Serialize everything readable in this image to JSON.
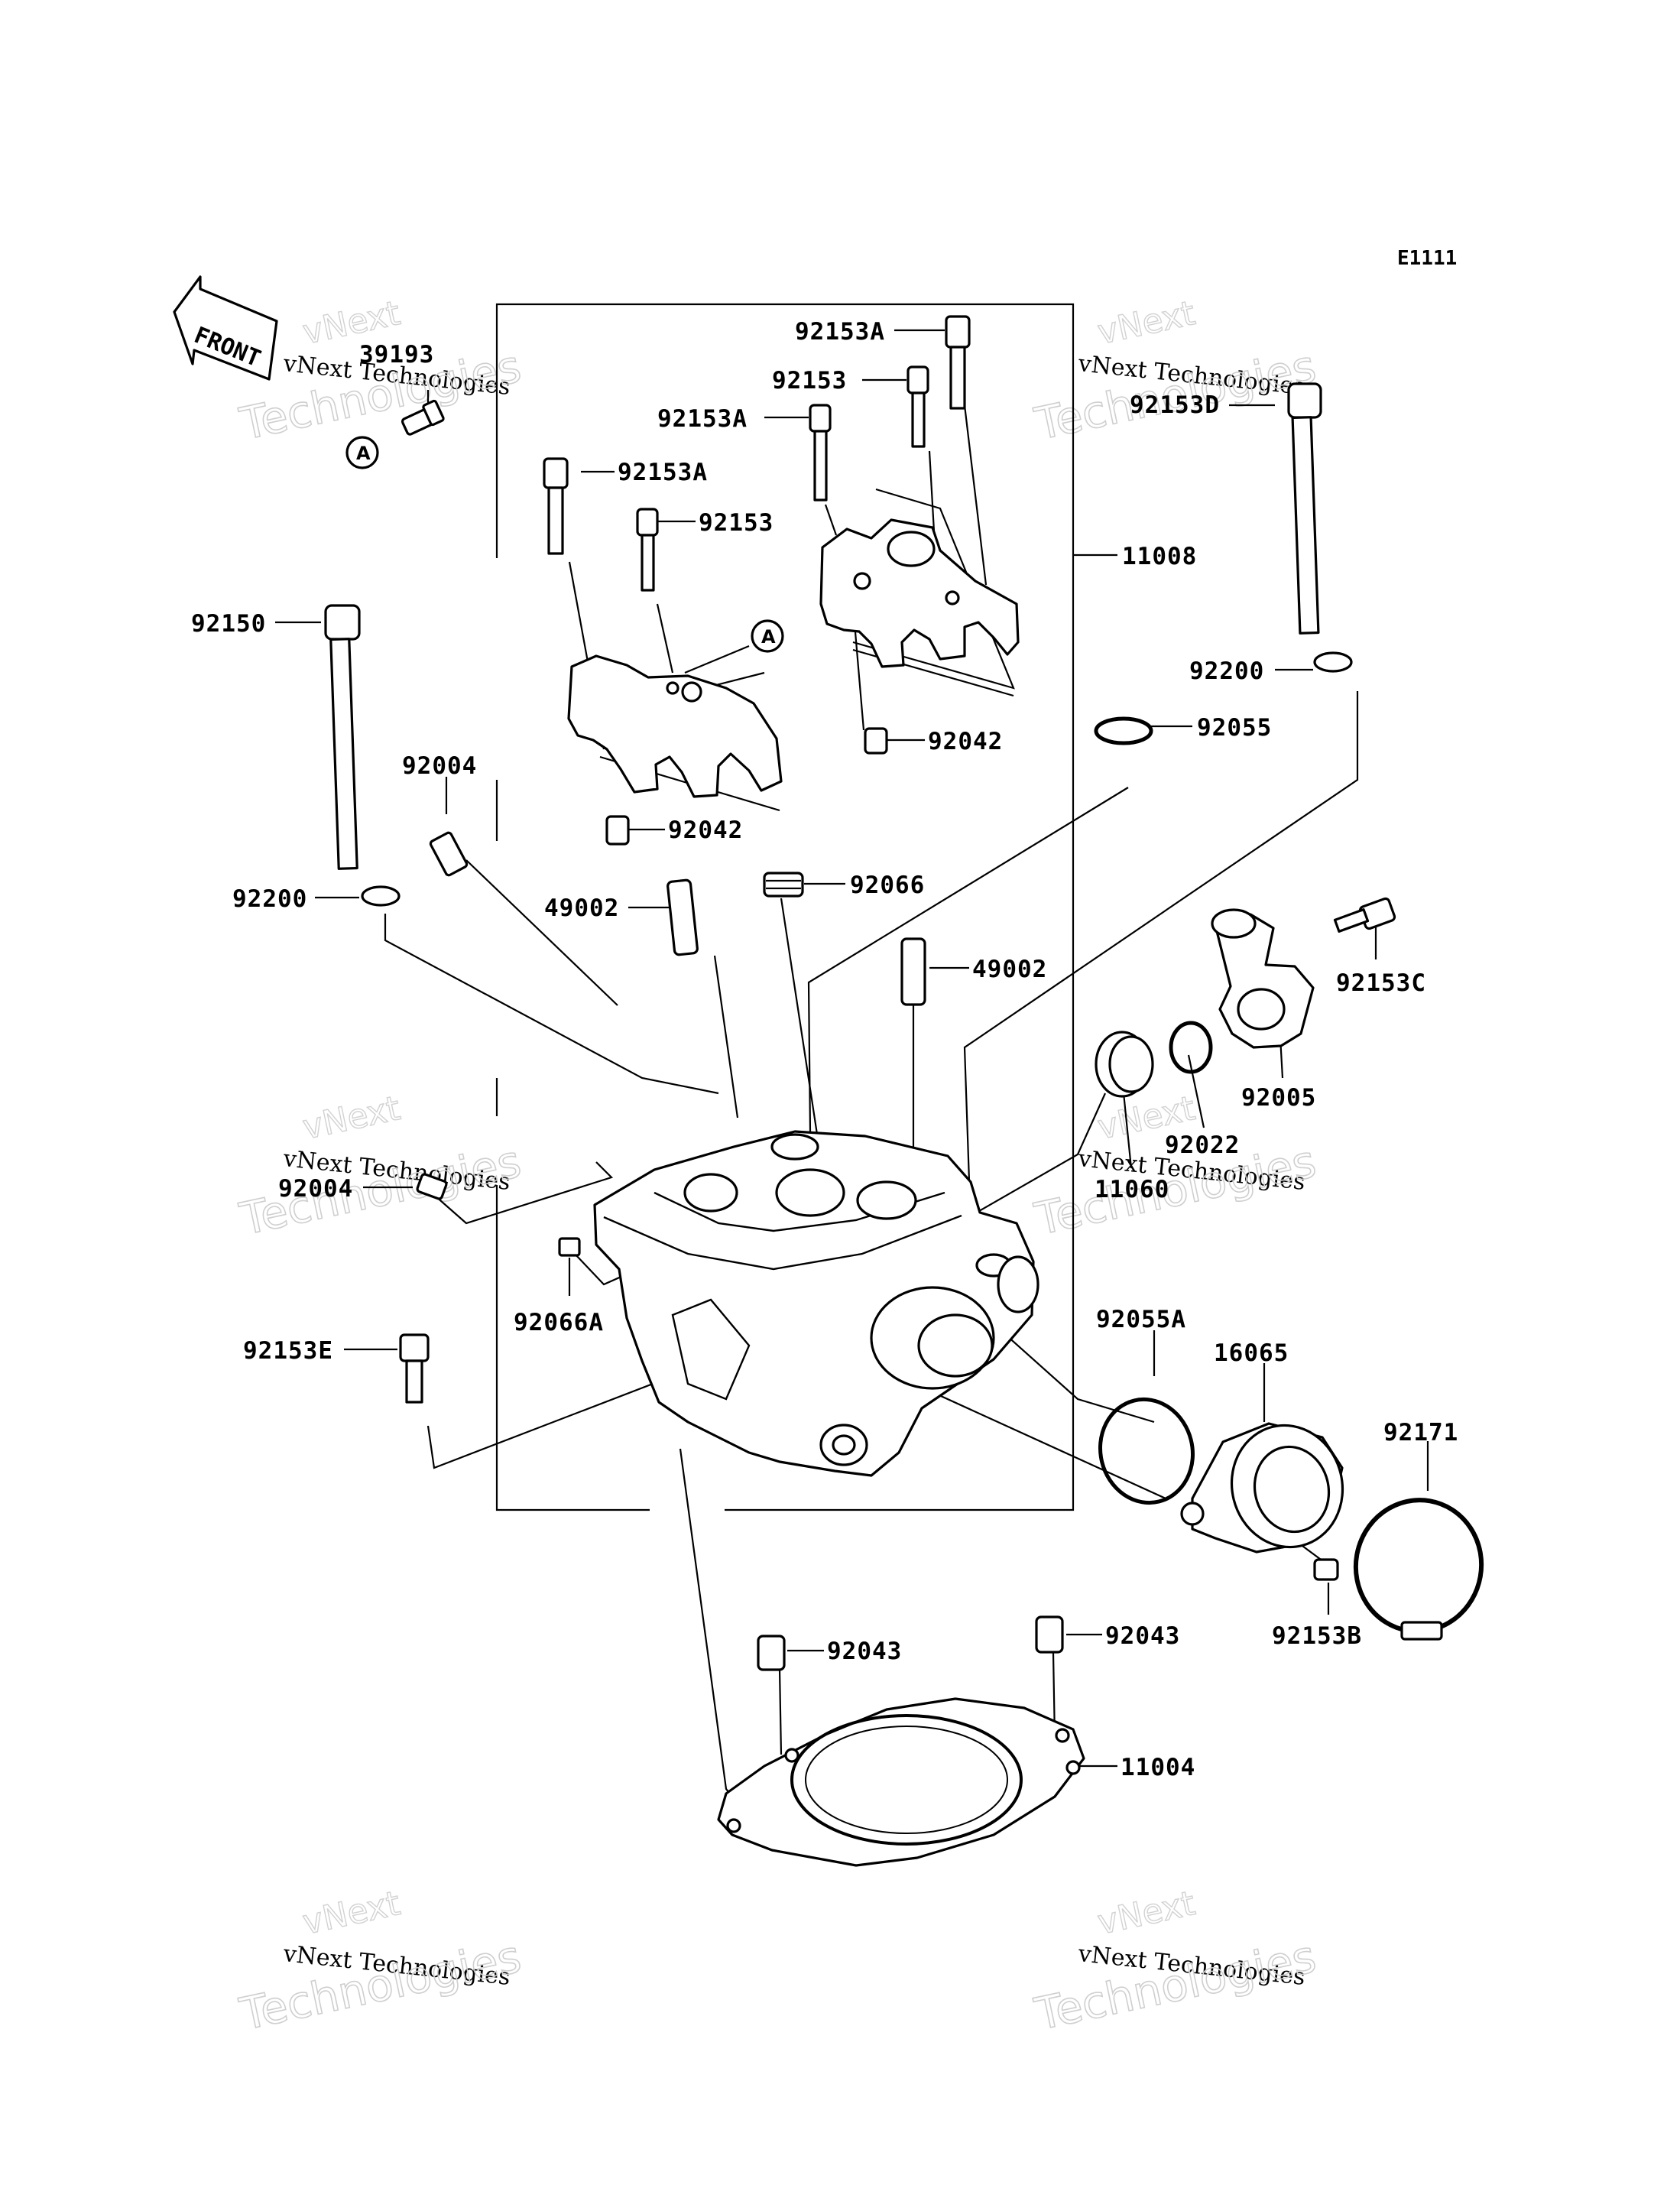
{
  "diagram_code": "E1111",
  "front_label": "FRONT",
  "reference_marker": "A",
  "watermark": {
    "line1": "vNext",
    "line2": "vNext Technologies",
    "line3": "Technologies"
  },
  "part_labels": [
    {
      "id": "p39193",
      "text": "39193"
    },
    {
      "id": "p92153A_1",
      "text": "92153A"
    },
    {
      "id": "p92153_1",
      "text": "92153"
    },
    {
      "id": "p92153A_2",
      "text": "92153A"
    },
    {
      "id": "p92153A_3",
      "text": "92153A"
    },
    {
      "id": "p92153_2",
      "text": "92153"
    },
    {
      "id": "p92153D",
      "text": "92153D"
    },
    {
      "id": "p11008",
      "text": "11008"
    },
    {
      "id": "p92150",
      "text": "92150"
    },
    {
      "id": "p92200_1",
      "text": "92200"
    },
    {
      "id": "p92055",
      "text": "92055"
    },
    {
      "id": "p92042_1",
      "text": "92042"
    },
    {
      "id": "p92004_1",
      "text": "92004"
    },
    {
      "id": "p92042_2",
      "text": "92042"
    },
    {
      "id": "p92066",
      "text": "92066"
    },
    {
      "id": "p92200_2",
      "text": "92200"
    },
    {
      "id": "p49002_1",
      "text": "49002"
    },
    {
      "id": "p49002_2",
      "text": "49002"
    },
    {
      "id": "p92153C",
      "text": "92153C"
    },
    {
      "id": "p92005",
      "text": "92005"
    },
    {
      "id": "p92022",
      "text": "92022"
    },
    {
      "id": "p11060",
      "text": "11060"
    },
    {
      "id": "p92004_2",
      "text": "92004"
    },
    {
      "id": "p92066A",
      "text": "92066A"
    },
    {
      "id": "p92055A",
      "text": "92055A"
    },
    {
      "id": "p16065",
      "text": "16065"
    },
    {
      "id": "p92153E",
      "text": "92153E"
    },
    {
      "id": "p92171",
      "text": "92171"
    },
    {
      "id": "p92153B",
      "text": "92153B"
    },
    {
      "id": "p92043_1",
      "text": "92043"
    },
    {
      "id": "p92043_2",
      "text": "92043"
    },
    {
      "id": "p11004",
      "text": "11004"
    }
  ]
}
